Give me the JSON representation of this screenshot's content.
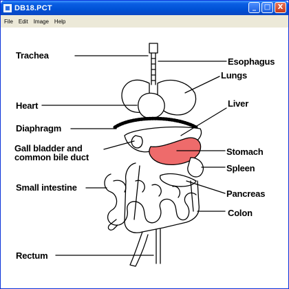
{
  "window": {
    "title": "DB18.PCT",
    "controls": {
      "minimize": "_",
      "maximize": "□",
      "close": "X"
    }
  },
  "menu": {
    "items": [
      "File",
      "Edit",
      "Image",
      "Help"
    ]
  },
  "diagram": {
    "labels": {
      "trachea": "Trachea",
      "esophagus": "Esophagus",
      "lungs": "Lungs",
      "heart": "Heart",
      "liver": "Liver",
      "diaphragm": "Diaphragm",
      "gall_bladder_line1": "Gall bladder and",
      "gall_bladder_line2": "common bile duct",
      "stomach": "Stomach",
      "spleen": "Spleen",
      "small_intestine": "Small intestine",
      "pancreas": "Pancreas",
      "colon": "Colon",
      "rectum": "Rectum"
    },
    "colors": {
      "stomach_highlight": "#ee6b6b",
      "outline": "#000000"
    }
  }
}
